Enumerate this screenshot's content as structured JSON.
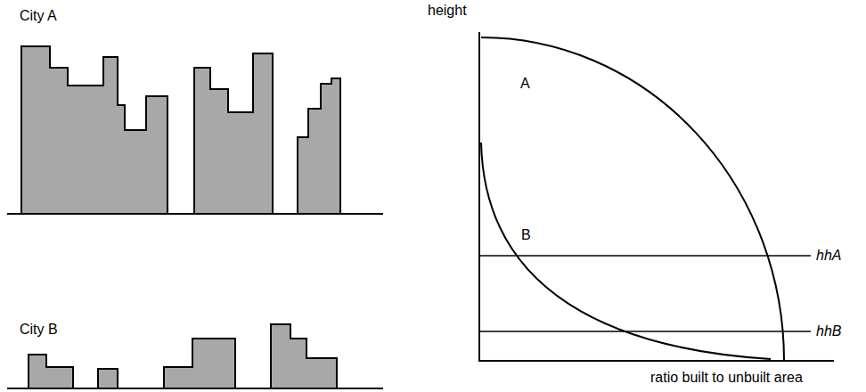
{
  "diagram": {
    "labels": [
      "City A",
      "City B",
      "height",
      "A",
      "B",
      "hhA",
      "hhB",
      "ratio built to unbuilt area"
    ]
  }
}
